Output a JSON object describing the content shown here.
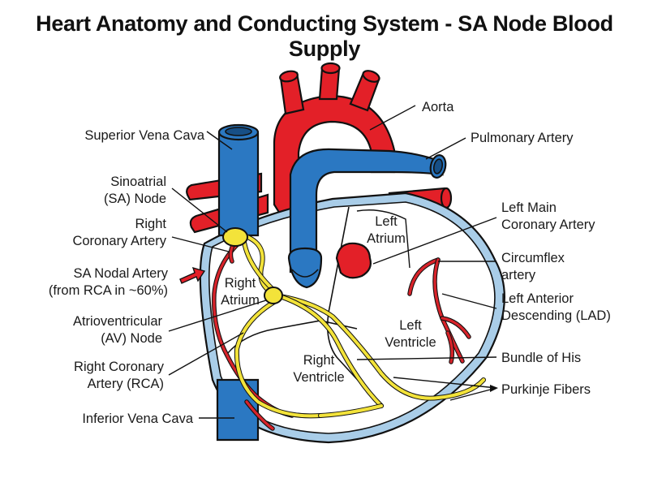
{
  "title": "Heart Anatomy and Conducting System - SA Node Blood Supply",
  "labels": {
    "aorta": "Aorta",
    "superior_vena_cava": "Superior Vena Cava",
    "pulmonary_artery": "Pulmonary Artery",
    "sinoatrial_node": [
      "Sinoatrial",
      "(SA) Node"
    ],
    "right_coronary_artery_upper": [
      "Right",
      "Coronary Artery"
    ],
    "sa_nodal_artery": [
      "SA Nodal Artery",
      "(from RCA in ~60%)"
    ],
    "atrioventricular_node": [
      "Atrioventricular",
      "(AV) Node"
    ],
    "right_coronary_artery_rca": [
      "Right Coronary",
      "Artery (RCA)"
    ],
    "inferior_vena_cava": "Inferior Vena Cava",
    "left_main_coronary_artery": [
      "Left Main",
      "Coronary Artery"
    ],
    "circumflex_artery": [
      "Circumflex",
      "artery"
    ],
    "left_anterior_descending": [
      "Left Anterior",
      "Descending (LAD)"
    ],
    "bundle_of_his": "Bundle of His",
    "purkinje_fibers": "Purkinje Fibers",
    "left_atrium": [
      "Left",
      "Atrium"
    ],
    "right_atrium": [
      "Right",
      "Atrium"
    ],
    "left_ventricle": [
      "Left",
      "Ventricle"
    ],
    "right_ventricle": [
      "Right",
      "Ventricle"
    ]
  },
  "colors": {
    "artery_red": "#e32028",
    "vein_blue": "#2b78c2",
    "conduction_yellow": "#f3e33a",
    "outline_light_blue": "#a9cde8"
  }
}
